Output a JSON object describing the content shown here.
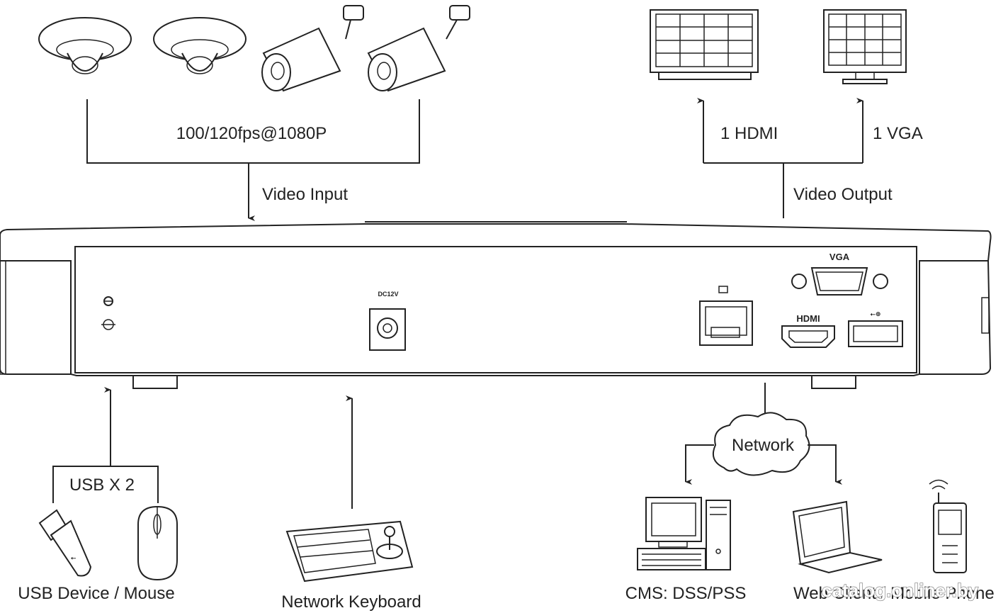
{
  "labels": {
    "video_input_spec": "100/120fps@1080P",
    "video_input": "Video Input",
    "hdmi": "1 HDMI",
    "vga": "1 VGA",
    "video_output": "Video Output",
    "network": "Network",
    "usb_count": "USB X 2",
    "usb_device_mouse": "USB Device / Mouse",
    "network_keyboard": "Network Keyboard",
    "cms": "CMS: DSS/PSS",
    "web_mobile": "Web Client / Mobile Phone"
  },
  "ports": {
    "vga": "VGA",
    "hdmi": "HDMI",
    "dc": "DC12V"
  },
  "watermark": "catalog.onliner.by"
}
